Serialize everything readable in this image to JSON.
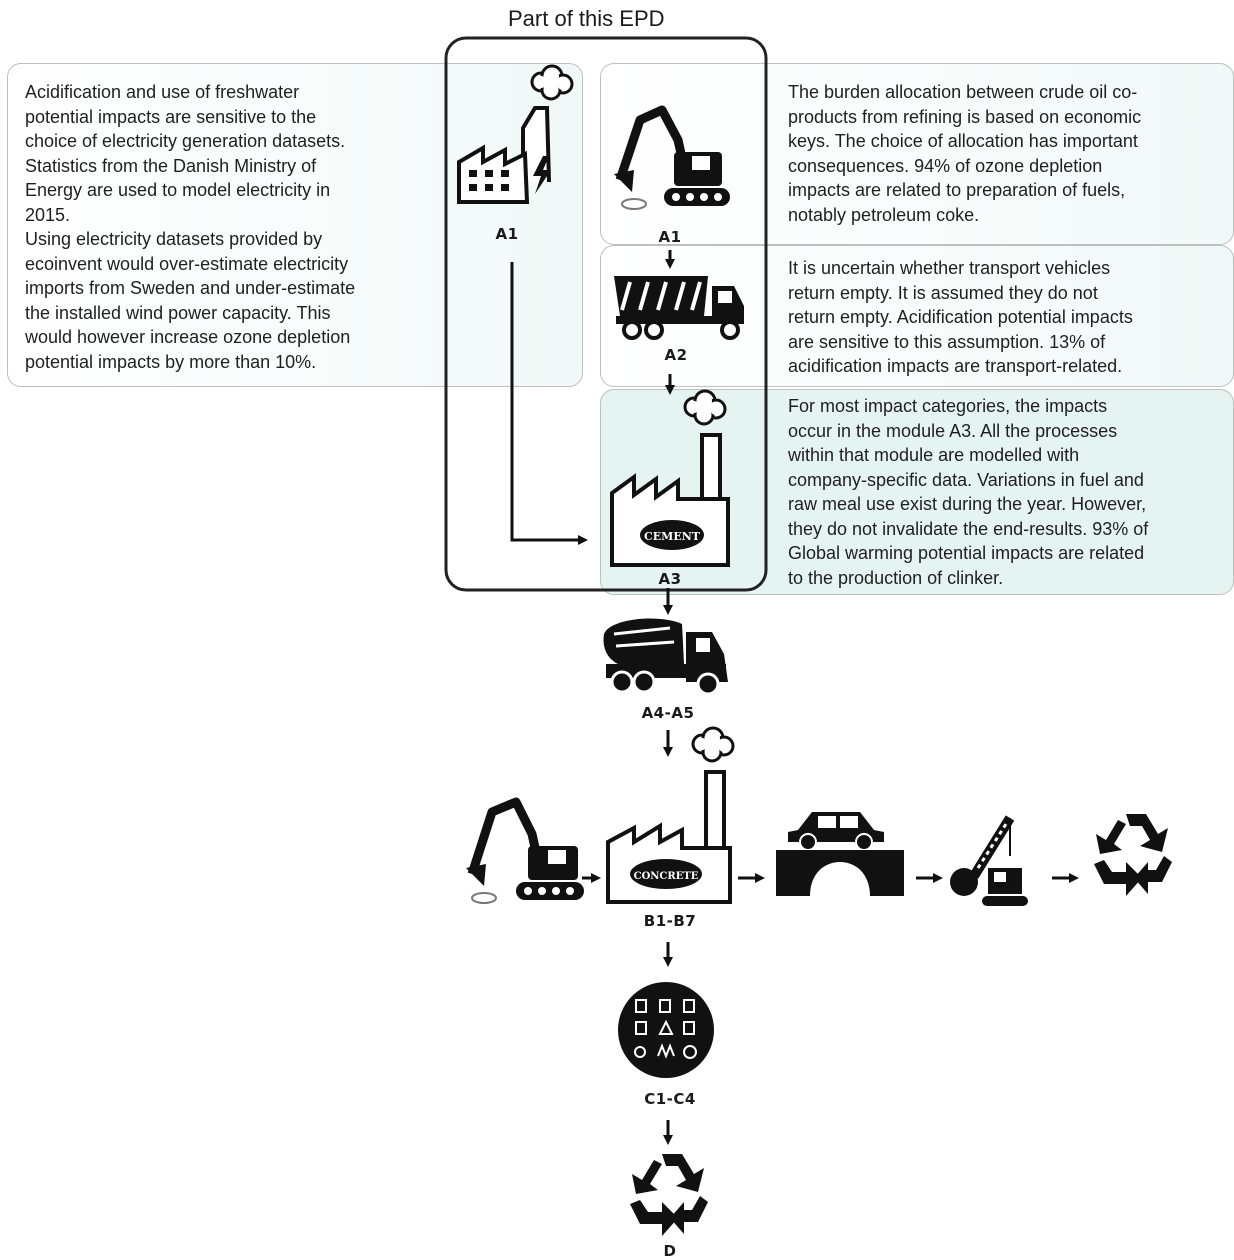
{
  "title": "Part of this EPD",
  "notes": {
    "a1_left": "Acidification and use of freshwater\npotential impacts are sensitive to the\nchoice of electricity generation datasets.\nStatistics from the Danish Ministry of\nEnergy are used to model electricity in\n2015.\nUsing electricity datasets provided by\necoinvent would over-estimate electricity\nimports from Sweden and under-estimate\nthe installed wind power capacity. This\nwould however increase ozone depletion\npotential impacts by more than 10%.",
    "a1_right": "The burden allocation between crude oil co-\nproducts from refining is based on economic\nkeys. The choice of allocation has important\nconsequences. 94% of ozone depletion\nimpacts are related to preparation of fuels,\nnotably petroleum coke.",
    "a2_right": "It is uncertain whether transport vehicles\nreturn empty. It is assumed they do not\nreturn empty. Acidification potential impacts\nare sensitive to this assumption. 13% of\nacidification impacts are transport-related.",
    "a3_right": "For most impact categories, the impacts\noccur in the module A3. All the processes\nwithin that module are modelled with\ncompany-specific data. Variations in fuel and\nraw meal use exist during the year. However,\nthey do not invalidate the end-results. 93% of\nGlobal warming potential impacts are related\nto the production of clinker."
  },
  "modules": {
    "a1_factory": "A1",
    "a1_excavator": "A1",
    "a2": "A2",
    "a3": "A3",
    "a4_a5": "A4-A5",
    "b1_b7": "B1-B7",
    "c1_c4": "C1-C4",
    "d": "D"
  },
  "badges": {
    "cement": "CEMENT",
    "concrete": "CONCRETE"
  },
  "icons": [
    "electricity-factory-icon",
    "excavator-icon",
    "dump-truck-icon",
    "cement-plant-icon",
    "cement-mixer-truck-icon",
    "concrete-plant-icon",
    "car-bridge-icon",
    "demolition-crane-icon",
    "recycle-icon",
    "waste-sorting-icon"
  ],
  "colors": {
    "box_fill": "#f1f9f8",
    "box_border": "#bfbfbf",
    "icon": "#111111"
  }
}
